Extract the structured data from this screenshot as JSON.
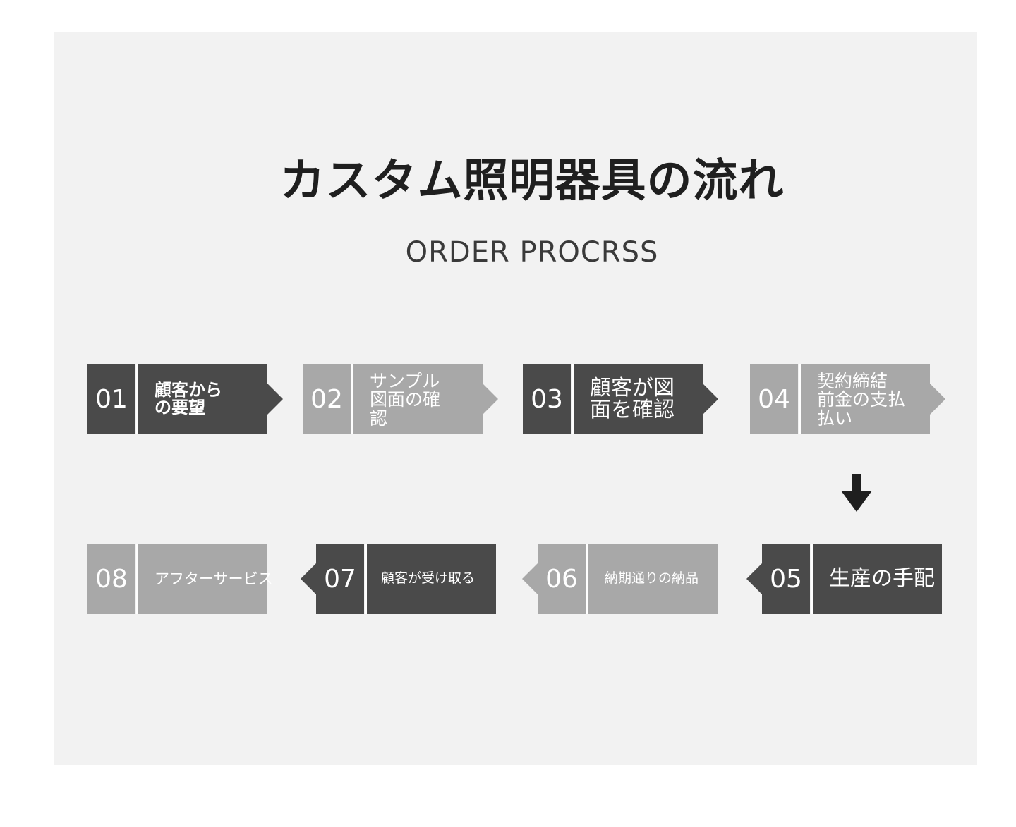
{
  "title": "カスタム照明器具の流れ",
  "subtitle": "ORDER PROCRSS",
  "steps": [
    {
      "num": "01",
      "label": "顧客から\nの要望",
      "tone": "dark"
    },
    {
      "num": "02",
      "label": "サンプル\n図面の確\n認",
      "tone": "light"
    },
    {
      "num": "03",
      "label": "顧客が図\n面を確認",
      "tone": "dark"
    },
    {
      "num": "04",
      "label": "契約締結\n前金の支払\n払い",
      "tone": "light"
    },
    {
      "num": "05",
      "label": "生産の手配",
      "tone": "dark"
    },
    {
      "num": "06",
      "label": "納期通りの納品",
      "tone": "light"
    },
    {
      "num": "07",
      "label": "顧客が受け取る",
      "tone": "dark"
    },
    {
      "num": "08",
      "label": "アフターサービス",
      "tone": "light"
    }
  ],
  "colors": {
    "dark": "#4a4a4a",
    "light": "#a8a8a8",
    "background": "#f2f2f2",
    "arrow": "#1f1f1f"
  },
  "icons": {
    "flow_down": "arrow-down-icon"
  }
}
